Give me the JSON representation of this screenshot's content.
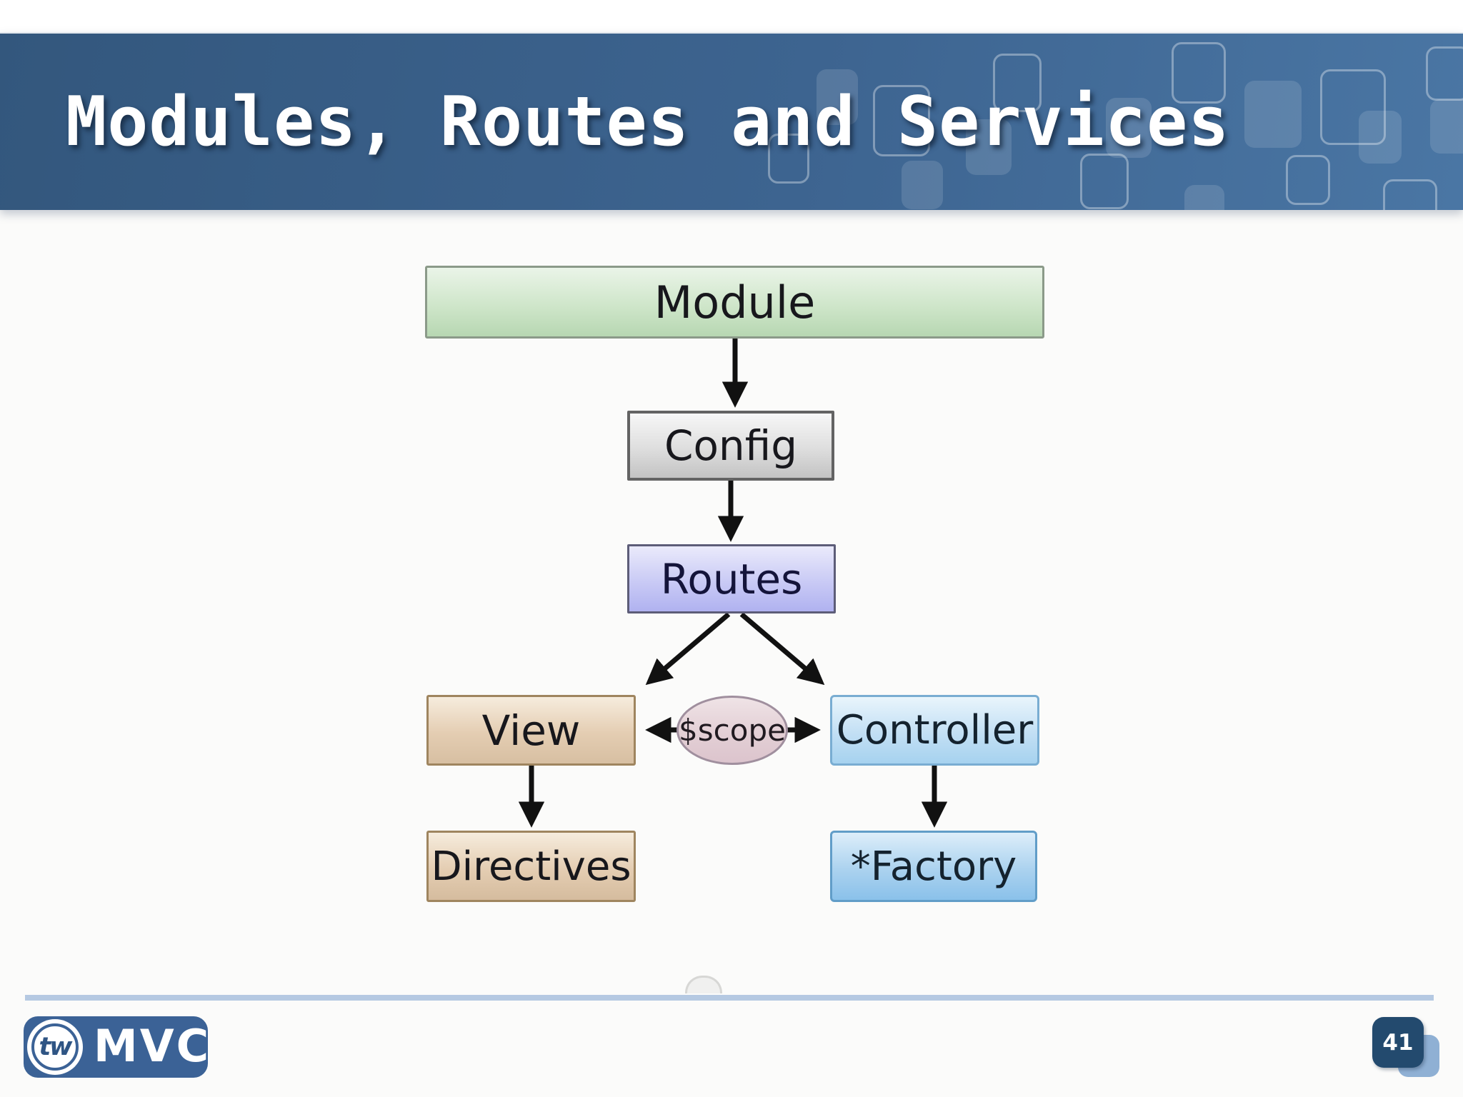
{
  "header": {
    "title": "Modules, Routes and Services"
  },
  "diagram": {
    "module": "Module",
    "config": "Config",
    "routes": "Routes",
    "view": "View",
    "scope": "$scope",
    "controller": "Controller",
    "directives": "Directives",
    "factory": "*Factory"
  },
  "footer": {
    "logo_badge": "tw",
    "logo_text": "MVC",
    "page_number": "41"
  },
  "colors": {
    "banner_blue": "#3d6490",
    "footer_rule": "#b5c9e2",
    "page_badge_dark": "#234a6e",
    "page_badge_light": "#8fb0d4",
    "logo_blue": "#3b6296",
    "node_module_green": "#b7d7b2",
    "node_config_gray": "#c3c3c3",
    "node_routes_purple": "#b0b2f0",
    "node_view_tan": "#d7bfa2",
    "node_controller_blue": "#a6d2ef",
    "node_factory_blue": "#8ac1ea",
    "scope_pink": "#dcc4cd",
    "arrow_black": "#111111"
  }
}
